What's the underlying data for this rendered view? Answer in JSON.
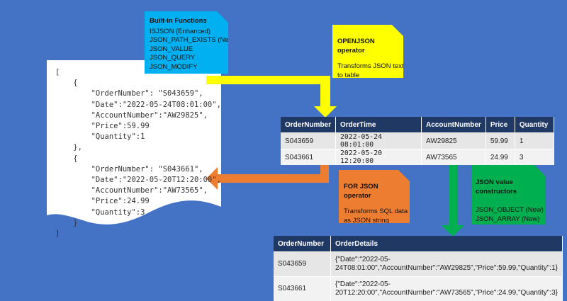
{
  "json_document": {
    "text": "[\n    {\n        \"OrderNumber\": \"S043659\",\n        \"Date\":\"2022-05-24T08:01:00\",\n        \"AccountNumber\":\"AW29825\",\n        \"Price\":59.99\n        \"Quantity\":1\n    },\n    {\n        \"OrderNumber\": \"S043661\",\n        \"Date\":\"2022-05-20T12:20:00\",\n        \"AccountNumber\":\"AW73565\",\n        \"Price\":24.99\n        \"Quantity\":3\n    }\n]"
  },
  "builtin_functions": {
    "title": "Built-in Functions",
    "items": [
      "ISJSON (Enhanced)",
      "JSON_PATH_EXISTS (New)",
      "JSON_VALUE",
      "JSON_QUERY",
      "JSON_MODIFY"
    ]
  },
  "openjson": {
    "title": "OPENJSON operator",
    "lines": [
      "Transforms JSON text",
      "to table"
    ]
  },
  "forjson": {
    "title": "FOR JSON operator",
    "lines": [
      "Transforms SQL data",
      "as JSON string"
    ]
  },
  "constructors": {
    "title_lines": [
      "JSON value",
      "constructors"
    ],
    "items": [
      "JSON_OBJECT (New)",
      "JSON_ARRAY (New)"
    ]
  },
  "table_orders": {
    "headers": [
      "OrderNumber",
      "OrderTime",
      "AccountNumber",
      "Price",
      "Quantity"
    ],
    "rows": [
      [
        "S043659",
        "2022-05-24 08:01:00",
        "AW29825",
        "59.99",
        "1"
      ],
      [
        "S043661",
        "2022-05-20 12:20:00",
        "AW73565",
        "24.99",
        "3"
      ]
    ]
  },
  "table_details": {
    "headers": [
      "OrderNumber",
      "OrderDetails"
    ],
    "rows": [
      [
        "S043659",
        "{\"Date\":\"2022-05-",
        "24T08:01:00\",\"AccountNumber\":\"AW29825\",\"Price\":59.99,\"Quantity\":1}"
      ],
      [
        "S043661",
        "{\"Date\":\"2022-05-",
        "20T12:20:00\",\"AccountNumber\":\"AW73565\",\"Price\":24.99,\"Quantity\":3}"
      ]
    ]
  },
  "colors": {
    "background": "#4472c4",
    "table_header": "#1f3864",
    "builtin_note": "#00b0f0",
    "openjson_note": "#ffff00",
    "forjson_note": "#ed7d31",
    "constructors_note": "#00b050"
  }
}
